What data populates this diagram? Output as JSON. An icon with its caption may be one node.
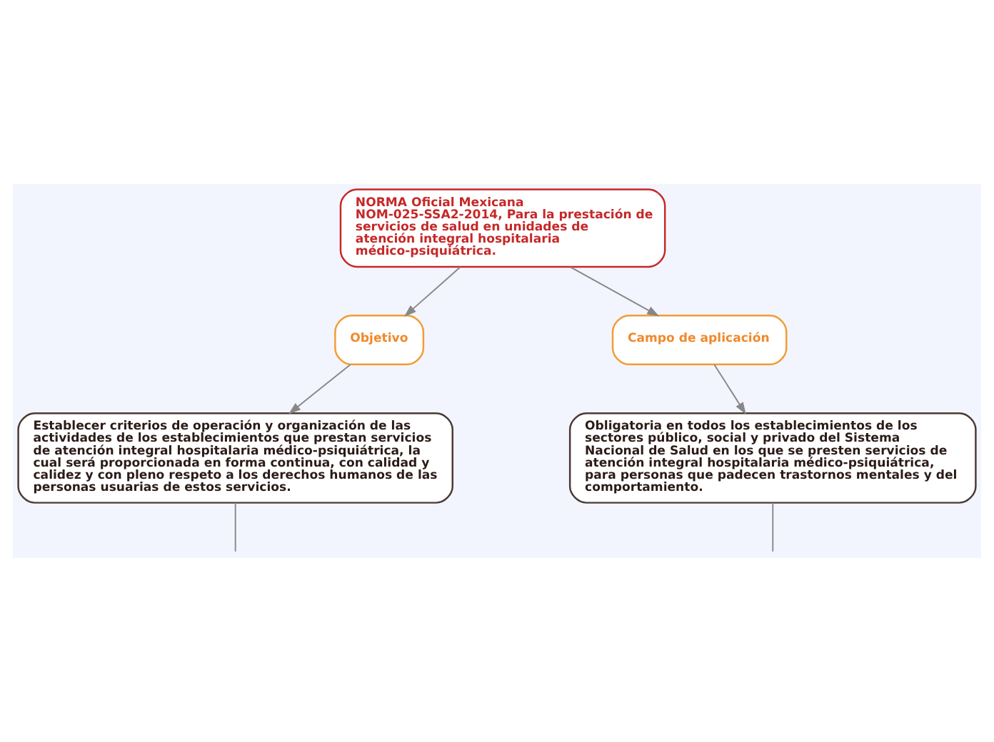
{
  "diagram": {
    "nodes": [
      {
        "text": [
          "NORMA Oficial Mexicana NOM-025-SSA2-2014, Para la prestación de servicios de salud en unidades de atención integral hospitalaria médico-psiquiátrica."
        ]
      },
      {
        "text": [
          "Objetivo"
        ]
      },
      {
        "text": [
          "Campo de aplicación"
        ]
      },
      {
        "text": [
          "Establecer criterios de operación y organización de las actividades de los establecimientos que prestan servicios de atención integral hospitalaria médico-psiquiátrica, la cual será proporcionada en forma continua, con calidad y calidez y con pleno respeto a los derechos humanos de las personas usuarias de estos servicios."
        ]
      },
      {
        "text": [
          "Obligatoria en todos los establecimientos de los sectores público, social y privado del Sistema Nacional de Salud en los que se presten servicios de atención integral hospitalaria médico-psiquiátrica, para personas que padecen trastornos mentales y del comportamiento."
        ]
      }
    ],
    "edges": [
      {
        "from": 0,
        "to": 1,
        "arrow": "to"
      },
      {
        "from": 0,
        "to": 2,
        "arrow": "to"
      },
      {
        "from": 1,
        "to": 3,
        "arrow": "to"
      },
      {
        "from": 2,
        "to": 4,
        "arrow": "to"
      },
      {
        "from": 3,
        "to": null,
        "arrow": "none"
      },
      {
        "from": 4,
        "to": null,
        "arrow": "none"
      }
    ]
  }
}
